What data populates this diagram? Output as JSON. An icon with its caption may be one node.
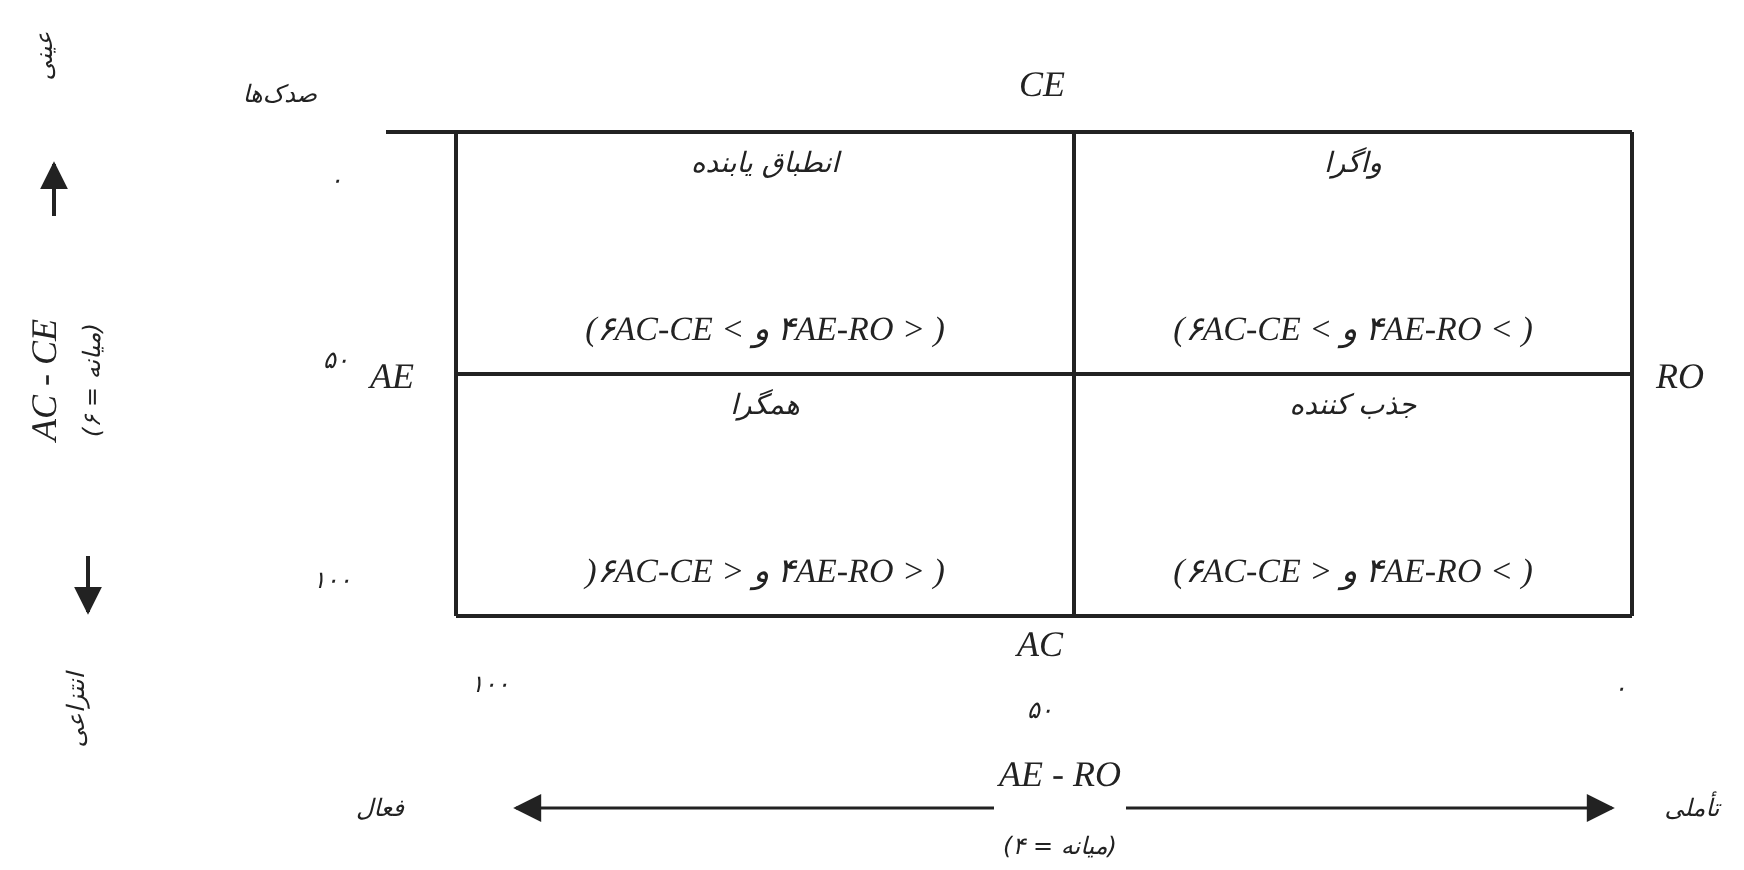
{
  "diagram": {
    "nodes": [
      {
        "text": [
          "واگرا",
          "(۶AC-CE < و ۴AE-RO < )"
        ]
      },
      {
        "text": [
          "انطباق یابنده",
          "(۶AC-CE < و ۴AE-RO > )"
        ]
      },
      {
        "text": [
          "جذب کننده",
          "(۶AC-CE > و ۴AE-RO < )"
        ]
      },
      {
        "text": [
          "همگرا",
          ")۶AC-CE > و ۴AE-RO > )"
        ]
      }
    ],
    "edges": [],
    "labels": [
      "عینی",
      "صدک‌ها",
      "CE",
      "۰",
      "AC - CE",
      "(میانه = ۶)",
      "۵۰",
      "AE",
      "RO",
      "۱۰۰",
      "انتزاعی",
      "AC",
      "۱۰۰",
      "۰",
      "۵۰",
      "AE - RO",
      "فعال",
      "تأملی",
      "(میانه = ۴)"
    ]
  }
}
